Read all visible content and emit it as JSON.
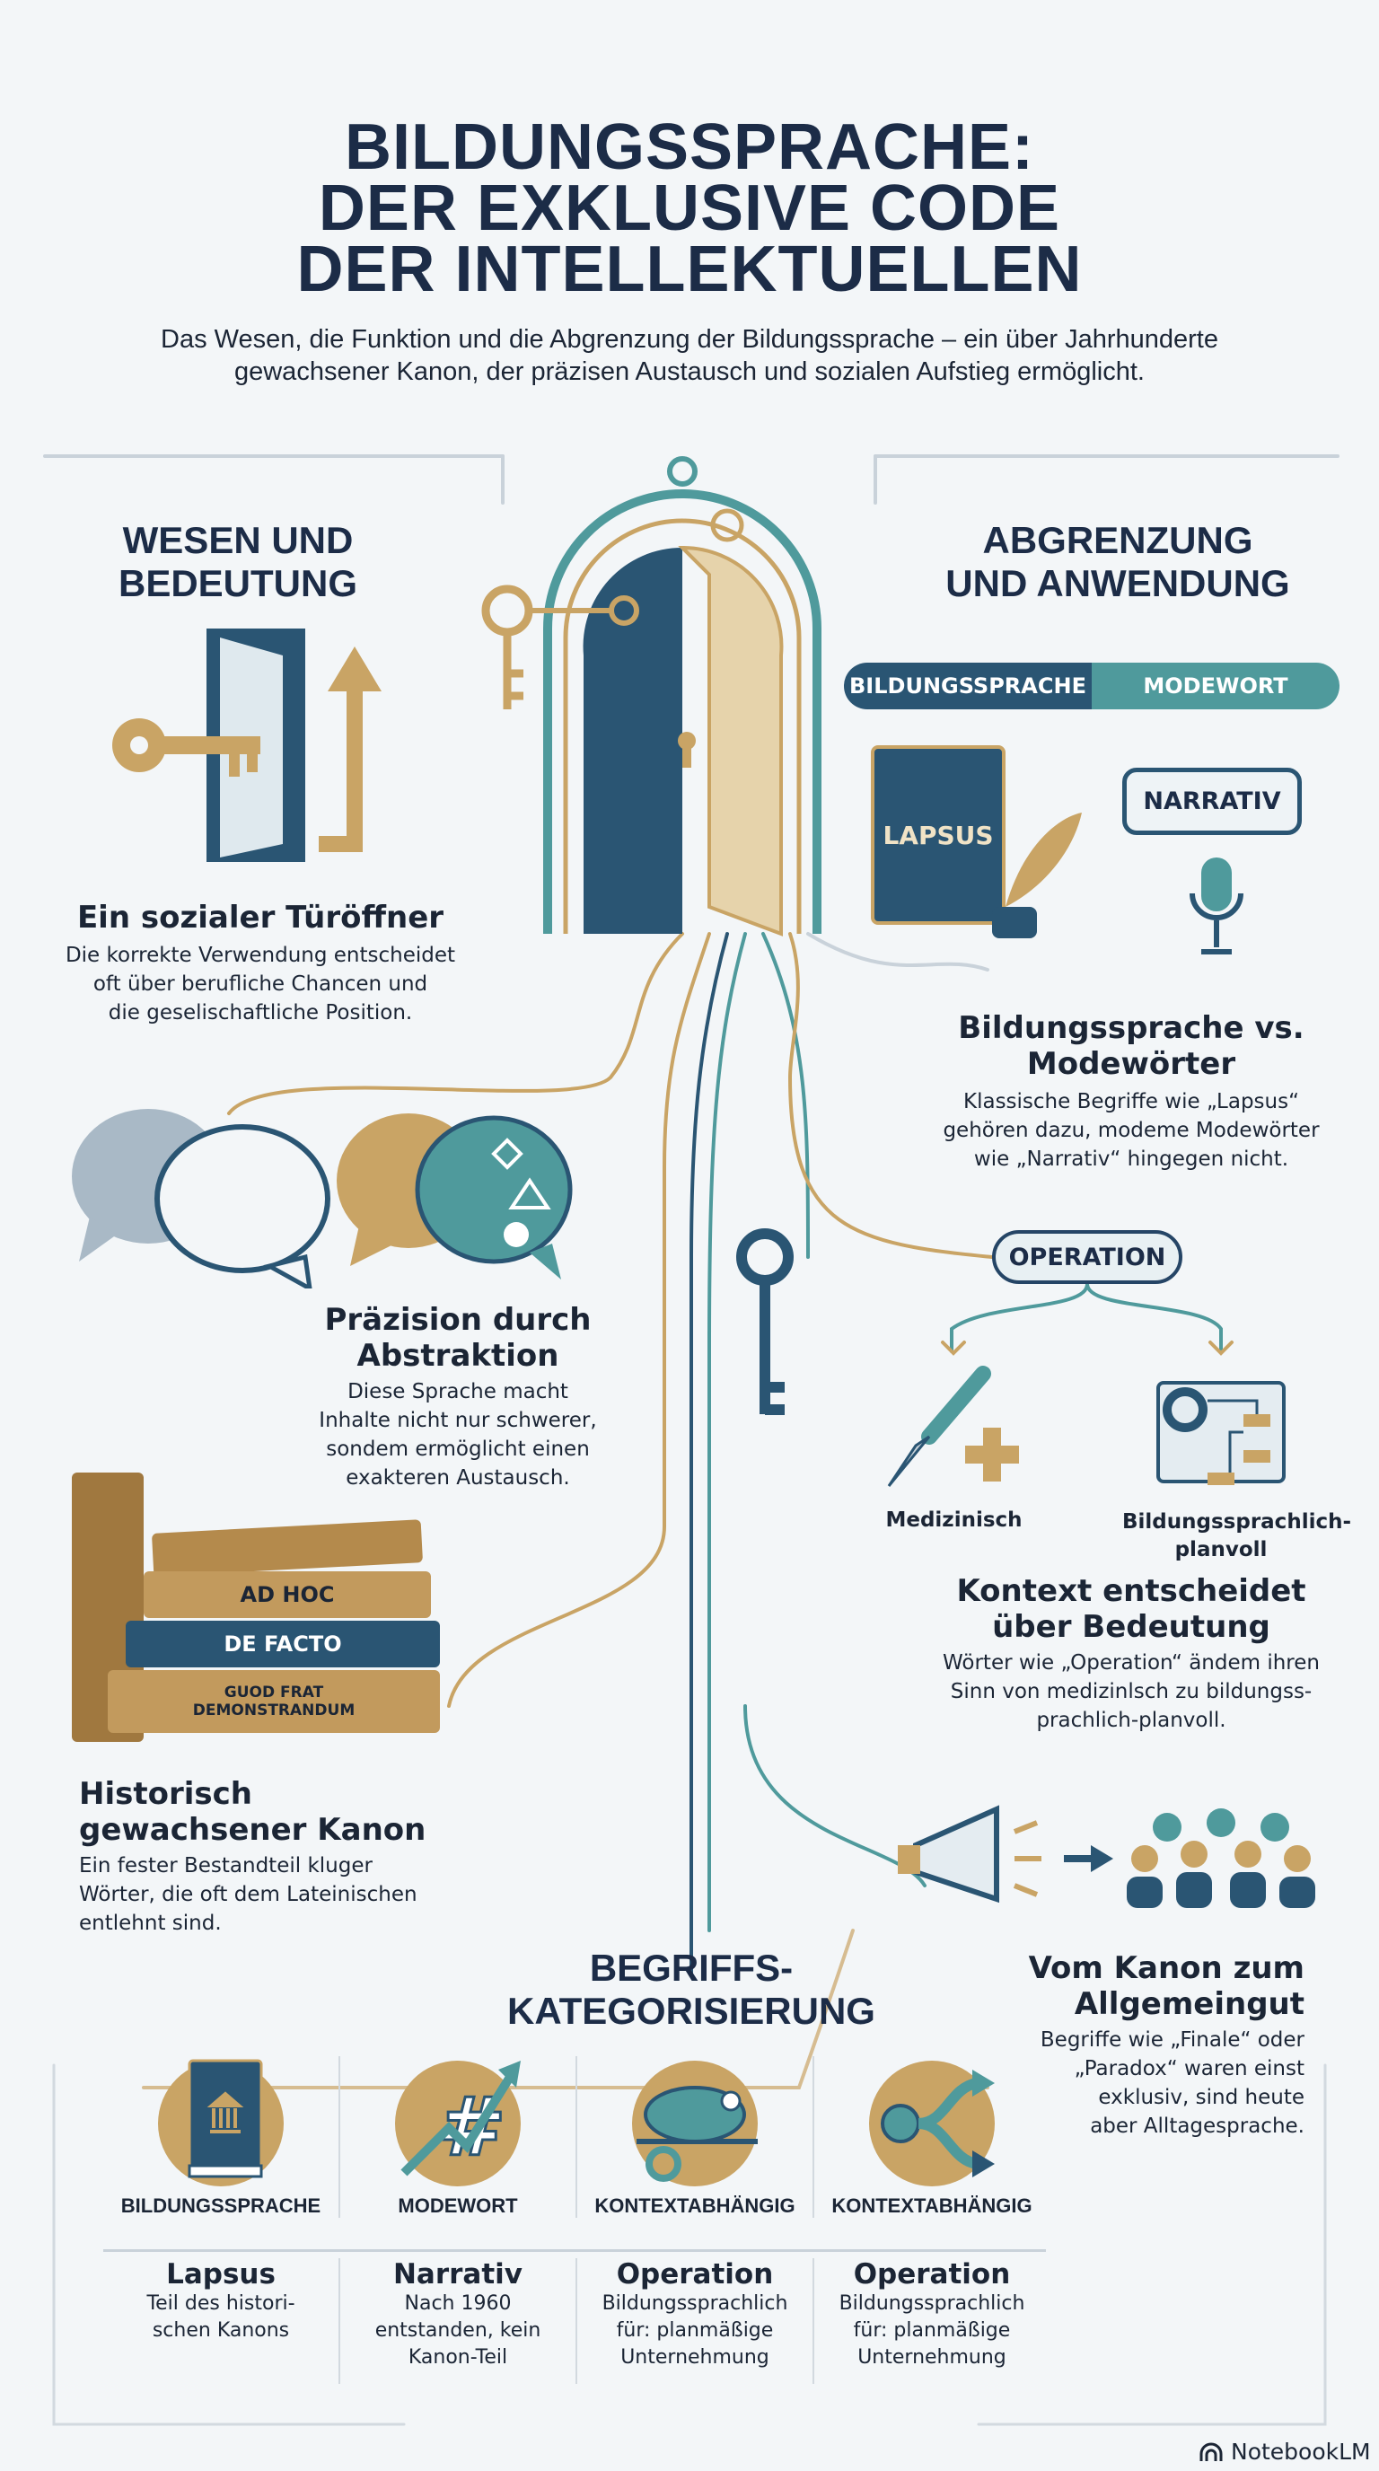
{
  "header": {
    "title_lines": [
      "BILDUNGSSPRACHE:",
      "DER EXKLUSIVE CODE",
      "DER INTELLEKTUELLEN"
    ],
    "subtitle_lines": [
      "Das Wesen, die Funktion und die Abgrenzung der Bildungssprache – ein über Jahrhunderte",
      "gewachsener Kanon, der präzisen Austausch und sozialen Aufstieg ermöglicht."
    ]
  },
  "colors": {
    "navy": "#1c2c47",
    "blue": "#2a5573",
    "teal": "#4f9a9c",
    "gold": "#c9a465",
    "background": "#f3f6f8"
  },
  "left": {
    "section_title_lines": [
      "WESEN UND",
      "BEDEUTUNG"
    ],
    "blocks": [
      {
        "icon": "door-key-arrow-icon",
        "title": "Ein sozialer Türöffner",
        "body_lines": [
          "Die korrekte Verwendung entscheidet",
          "oft über berufliche Chancen und",
          "die geselischaftliche Position."
        ]
      },
      {
        "icon": "speech-bubbles-icon",
        "title_lines": [
          "Präzision durch",
          "Abstraktion"
        ],
        "body_lines": [
          "Diese Sprache macht",
          "Inhalte nicht nur schwerer,",
          "sondem ermöglicht einen",
          "exakteren Austausch."
        ]
      },
      {
        "icon": "book-stack-icon",
        "book_spines": [
          "AD HOC",
          "DE FACTO",
          "GUOD FRAT DEMONSTRANDUM"
        ],
        "title_lines": [
          "Historisch",
          "gewachsener Kanon"
        ],
        "body_lines": [
          "Ein fester Bestandteil kluger",
          "Wörter, die oft dem Lateinischen",
          "entlehnt sind."
        ]
      }
    ]
  },
  "right": {
    "section_title_lines": [
      "ABGRENZUNG",
      "UND ANWENDUNG"
    ],
    "tabs": [
      {
        "label": "BILDUNGSSPRACHE",
        "color": "#2a5573"
      },
      {
        "label": "MODEWORT",
        "color": "#4f9a9c"
      }
    ],
    "book_label": "LAPSUS",
    "bubble_label": "NARRATIV",
    "blocks": [
      {
        "title_lines": [
          "Bildungssprache vs.",
          "Modewörter"
        ],
        "body_lines": [
          "Klassische Begriffe wie „Lapsus“",
          "gehören dazu, modeme Modewörter",
          "wie „Narrativ“ hingegen nicht."
        ]
      },
      {
        "pill": "OPERATION",
        "branches": [
          "Medizinisch",
          "Bildungssprachlich-planvoll"
        ],
        "branch_icons": [
          "scalpel-cross-icon",
          "gear-flowchart-icon"
        ],
        "title_lines": [
          "Kontext entscheidet",
          "über Bedeutung"
        ],
        "body_lines": [
          "Wörter wie „Operation“ ändem ihren",
          "Sinn von medizinlsch zu bildungss-",
          "prachlich-planvoll."
        ]
      },
      {
        "icon": "megaphone-people-icon",
        "title_lines": [
          "Vom Kanon zum",
          "Allgemeingut"
        ],
        "body_lines": [
          "Begriffe wie „Finale“ oder",
          "„Paradox“ waren einst",
          "exklusiv, sind heute",
          "aber Alltagesprache."
        ]
      }
    ]
  },
  "categories": {
    "title_lines": [
      "BEGRIFFS-",
      "KATEGORISIERUNG"
    ],
    "items": [
      {
        "icon": "book-icon",
        "label": "BILDUNGSSPRACHE",
        "word": "Lapsus",
        "desc_lines": [
          "Teil des histori-",
          "schen Kanons"
        ]
      },
      {
        "icon": "hashtag-trend-icon",
        "label": "MODEWORT",
        "word": "Narrativ",
        "desc_lines": [
          "Nach 1960",
          "entstanden, kein",
          "Kanon-Teil"
        ]
      },
      {
        "icon": "chameleon-icon",
        "label": "KONTEXTABHÄNGIG",
        "word": "Operation",
        "desc_lines": [
          "Bildungssprachlich",
          "für: planmäßige",
          "Unternehmung"
        ]
      },
      {
        "icon": "split-arrow-icon",
        "label": "KONTEXTABHÄNGIG",
        "word": "Operation",
        "desc_lines": [
          "Bildungssprachlich",
          "für: planmäßige",
          "Unternehmung"
        ]
      }
    ]
  },
  "footer": {
    "brand": "NotebookLM"
  }
}
